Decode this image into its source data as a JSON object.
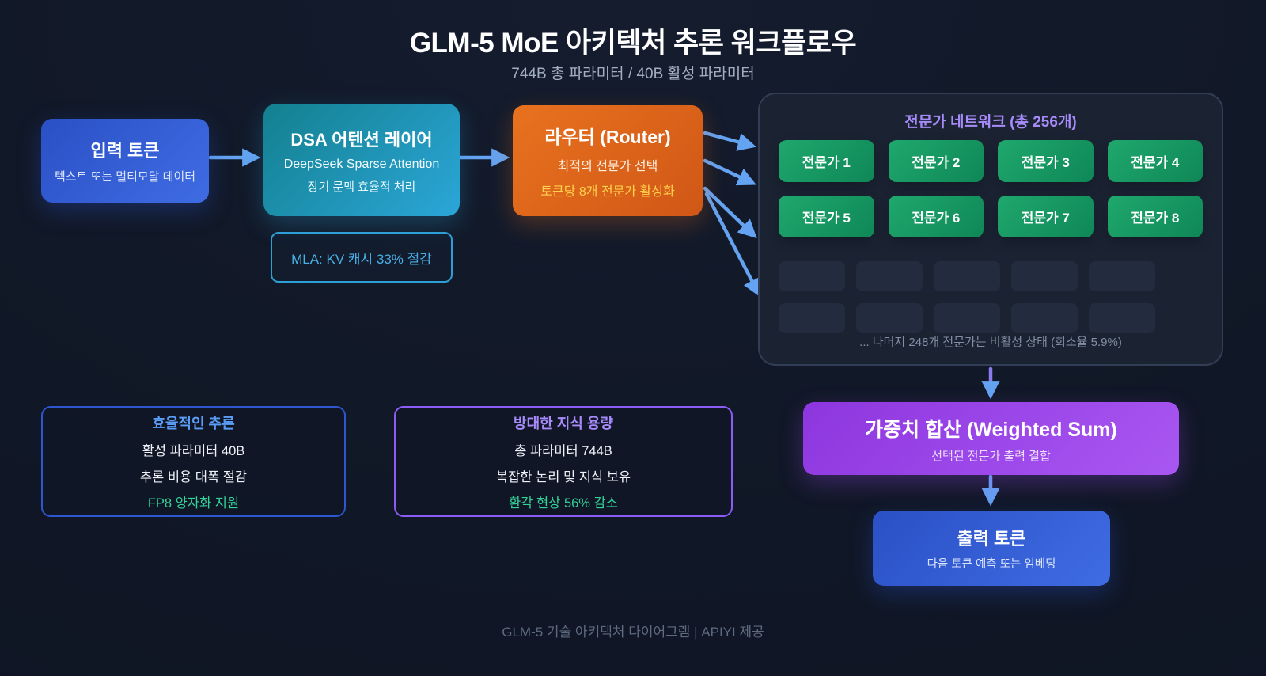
{
  "page": {
    "title": "GLM-5 MoE 아키텍처 추론 워크플로우",
    "subtitle": "744B 총 파라미터 / 40B 활성 파라미터",
    "footer": "GLM-5 기술 아키텍처 다이어그램 | APIYI 제공"
  },
  "nodes": {
    "input_token": {
      "title": "입력 토큰",
      "subtitle": "텍스트 또는 멀티모달 데이터"
    },
    "dsa_attention": {
      "title": "DSA 어텐션 레이어",
      "line1": "DeepSeek Sparse Attention",
      "line2": "장기 문맥 효율적 처리"
    },
    "mla_note": {
      "text": "MLA: KV 캐시 33% 절감"
    },
    "router": {
      "title": "라우터 (Router)",
      "line1": "최적의 전문가 선택",
      "line2": "토큰당 8개 전문가 활성화"
    },
    "expert_network": {
      "title": "전문가 네트워크 (총 256개)",
      "experts": [
        "전문가 1",
        "전문가 2",
        "전문가 3",
        "전문가 4",
        "전문가 5",
        "전문가 6",
        "전문가 7",
        "전문가 8"
      ],
      "inactive_note": "... 나머지 248개 전문가는 비활성 상태 (희소율 5.9%)"
    },
    "weighted_sum": {
      "title": "가중치 합산 (Weighted Sum)",
      "subtitle": "선택된 전문가 출력 결합"
    },
    "output_token": {
      "title": "출력 토큰",
      "subtitle": "다음 토큰 예측 또는 임베딩"
    }
  },
  "info_cards": [
    {
      "title": "효율적인 추론",
      "line1": "활성 파라미터 40B",
      "line2": "추론 비용 대폭 절감",
      "highlight": "FP8 양자화 지원"
    },
    {
      "title": "방대한 지식 용량",
      "line1": "총 파라미터 744B",
      "line2": "복잡한 논리 및 지식 보유",
      "highlight": "환각 현상 56% 감소"
    }
  ],
  "colors": {
    "background": "#111827",
    "arrow_blue": "#64a3f2",
    "node_blue": "#3f6ce3",
    "node_teal": "#2ba6d8",
    "node_orange": "#e8721f",
    "expert_green": "#1fa86d",
    "node_purple": "#a957f2",
    "title_purple": "#a78bfa",
    "highlight_yellow": "#ffd34d",
    "highlight_green": "#34d399",
    "note_cyan": "#4ab1e8",
    "panel_bg": "#1b2333"
  }
}
